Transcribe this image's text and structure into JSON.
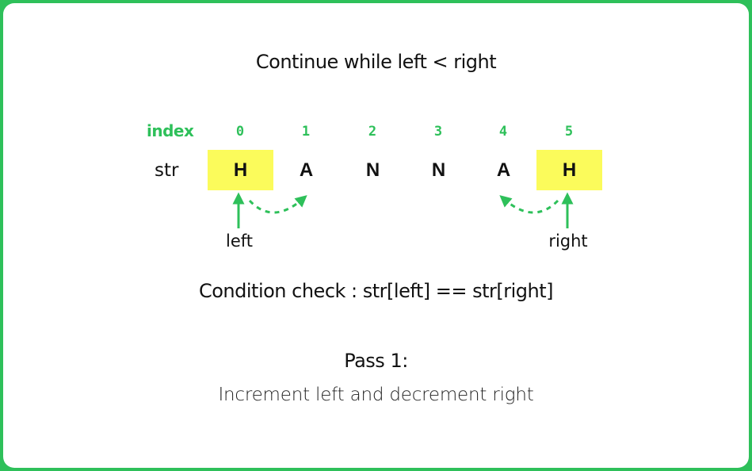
{
  "title": "Continue while left < right",
  "index_label": "index",
  "str_label": "str",
  "cells": [
    {
      "index": "0",
      "char": "H",
      "highlighted": true
    },
    {
      "index": "1",
      "char": "A",
      "highlighted": false
    },
    {
      "index": "2",
      "char": "N",
      "highlighted": false
    },
    {
      "index": "3",
      "char": "N",
      "highlighted": false
    },
    {
      "index": "4",
      "char": "A",
      "highlighted": false
    },
    {
      "index": "5",
      "char": "H",
      "highlighted": true
    }
  ],
  "pointers": {
    "left": {
      "label": "left",
      "at_index": 0,
      "moves_to": 1
    },
    "right": {
      "label": "right",
      "at_index": 5,
      "moves_to": 4
    }
  },
  "condition": "Condition check : str[left] == str[right]",
  "pass_label": "Pass 1:",
  "action": "Increment left and decrement right",
  "colors": {
    "accent": "#2ec05a",
    "highlight": "#fbfb5b",
    "text": "#111111"
  }
}
